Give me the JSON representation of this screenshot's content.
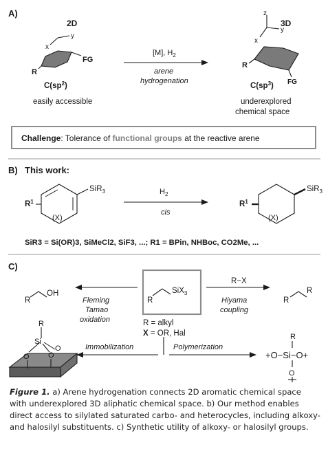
{
  "sectionA": {
    "label": "A)",
    "left": {
      "dim": "2D",
      "axis_y": "y",
      "axis_x": "x",
      "fg": "FG",
      "r": "R",
      "carbon_prefix": "C(sp",
      "carbon_sup": "2",
      "carbon_suffix": ")",
      "desc": "easily accessible"
    },
    "arrow_top": "[M], H",
    "arrow_top_sub": "2",
    "arrow_bottom_1": "arene",
    "arrow_bottom_2": "hydrogenation",
    "right": {
      "dim": "3D",
      "axis_z": "z",
      "axis_y": "y",
      "axis_x": "x",
      "fg": "FG",
      "r": "R",
      "carbon_prefix": "C(sp",
      "carbon_sup": "3",
      "carbon_suffix": ")",
      "desc_1": "underexplored",
      "desc_2": "chemical space"
    },
    "challenge_bold": "Challenge",
    "challenge_mid": ": Tolerance of ",
    "challenge_highlight": "functional groups",
    "challenge_end": " at the reactive arene"
  },
  "sectionB": {
    "label": "B)",
    "title": "This work:",
    "reactant_group": "SiR",
    "reactant_group_sub": "3",
    "r1": "R",
    "r1_sup": "1",
    "ring_x": "(X)",
    "arrow_top": "H",
    "arrow_top_sub": "2",
    "arrow_bottom": "cis",
    "product_group": "SiR",
    "product_group_sub": "3",
    "product_r1": "R",
    "product_r1_sup": "1",
    "product_ring_x": "(X)",
    "scope_line": "SiR3 = Si(OR)3, SiMeCl2, SiF3, ...; R1 = BPin, NHBoc, CO2Me, ..."
  },
  "sectionC": {
    "label": "C)",
    "center_r": "R",
    "center_group": "SiX",
    "center_group_sub": "3",
    "r_def": "R = alkyl",
    "x_def_label": "X",
    "x_def": " = OR, Hal",
    "left_product_oh": "OH",
    "left_product_r": "R",
    "left_arrow_1": "Fleming",
    "left_arrow_2": "Tamao",
    "left_arrow_3": "oxidation",
    "right_reagent": "R−X",
    "right_arrow_1": "Hiyama",
    "right_arrow_2": "coupling",
    "right_product_r1": "R",
    "right_product_r2": "R",
    "immob_label": "Immobilization",
    "poly_label": "Polymerization",
    "surface_r": "R",
    "surface_si": "Si",
    "surface_o1": "O",
    "surface_o2": "O",
    "surface_o3": "O",
    "poly_r": "R",
    "poly_chain": "+O−Si−O+",
    "poly_o": "O"
  },
  "caption": {
    "figure_label": "Figure 1.",
    "text": " a) Arene hydrogenation connects 2D aromatic chemical space with underexplored 3D aliphatic chemical space. b) Our method enables direct access to silylated saturated carbo- and heterocycles, including alkoxy- and halosilyl substituents. c) Synthetic utility of alkoxy- or halosilyl groups."
  },
  "colors": {
    "ring_fill": "#7a7a7a",
    "highlight": "#7f7f7f",
    "box_border": "#8c8c8c",
    "divider": "#9a9a9a"
  }
}
